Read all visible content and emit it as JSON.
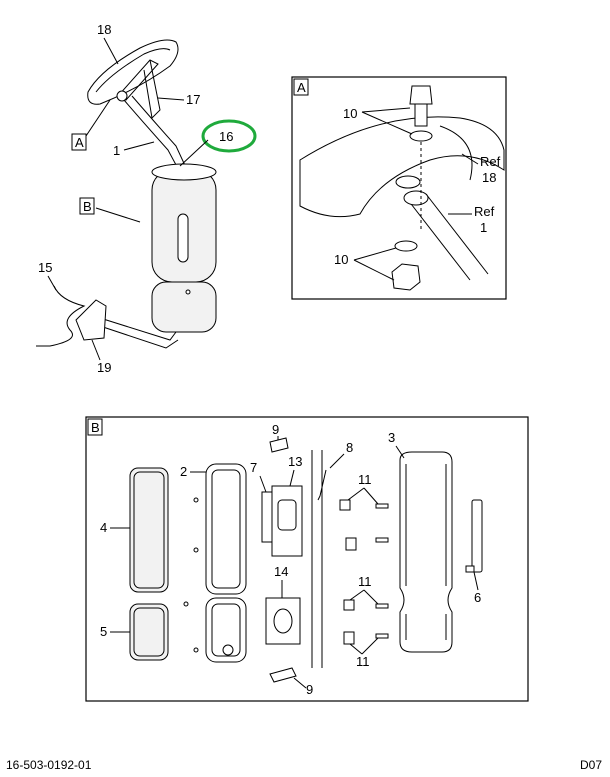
{
  "callouts_main": {
    "c18": "18",
    "c17": "17",
    "cA": "A",
    "c1": "1",
    "c16": "16",
    "cB": "B",
    "c15": "15",
    "c19": "19"
  },
  "detail_a": {
    "letter": "A",
    "c10_top": "10",
    "c10_bottom": "10",
    "ref_a_word": "Ref",
    "ref_a_num": "18",
    "ref_b_word": "Ref",
    "ref_b_num": "1"
  },
  "detail_b": {
    "letter": "B",
    "c9_top": "9",
    "c9_bottom": "9",
    "c8": "8",
    "c7": "7",
    "c13": "13",
    "c2": "2",
    "c3": "3",
    "c4": "4",
    "c5": "5",
    "c14": "14",
    "c11_a": "11",
    "c11_b": "11",
    "c11_c": "11",
    "c6": "6"
  },
  "footer": {
    "part_number": "16-503-0192-01",
    "page_code": "D07"
  },
  "highlight_color": "#1faa3c"
}
